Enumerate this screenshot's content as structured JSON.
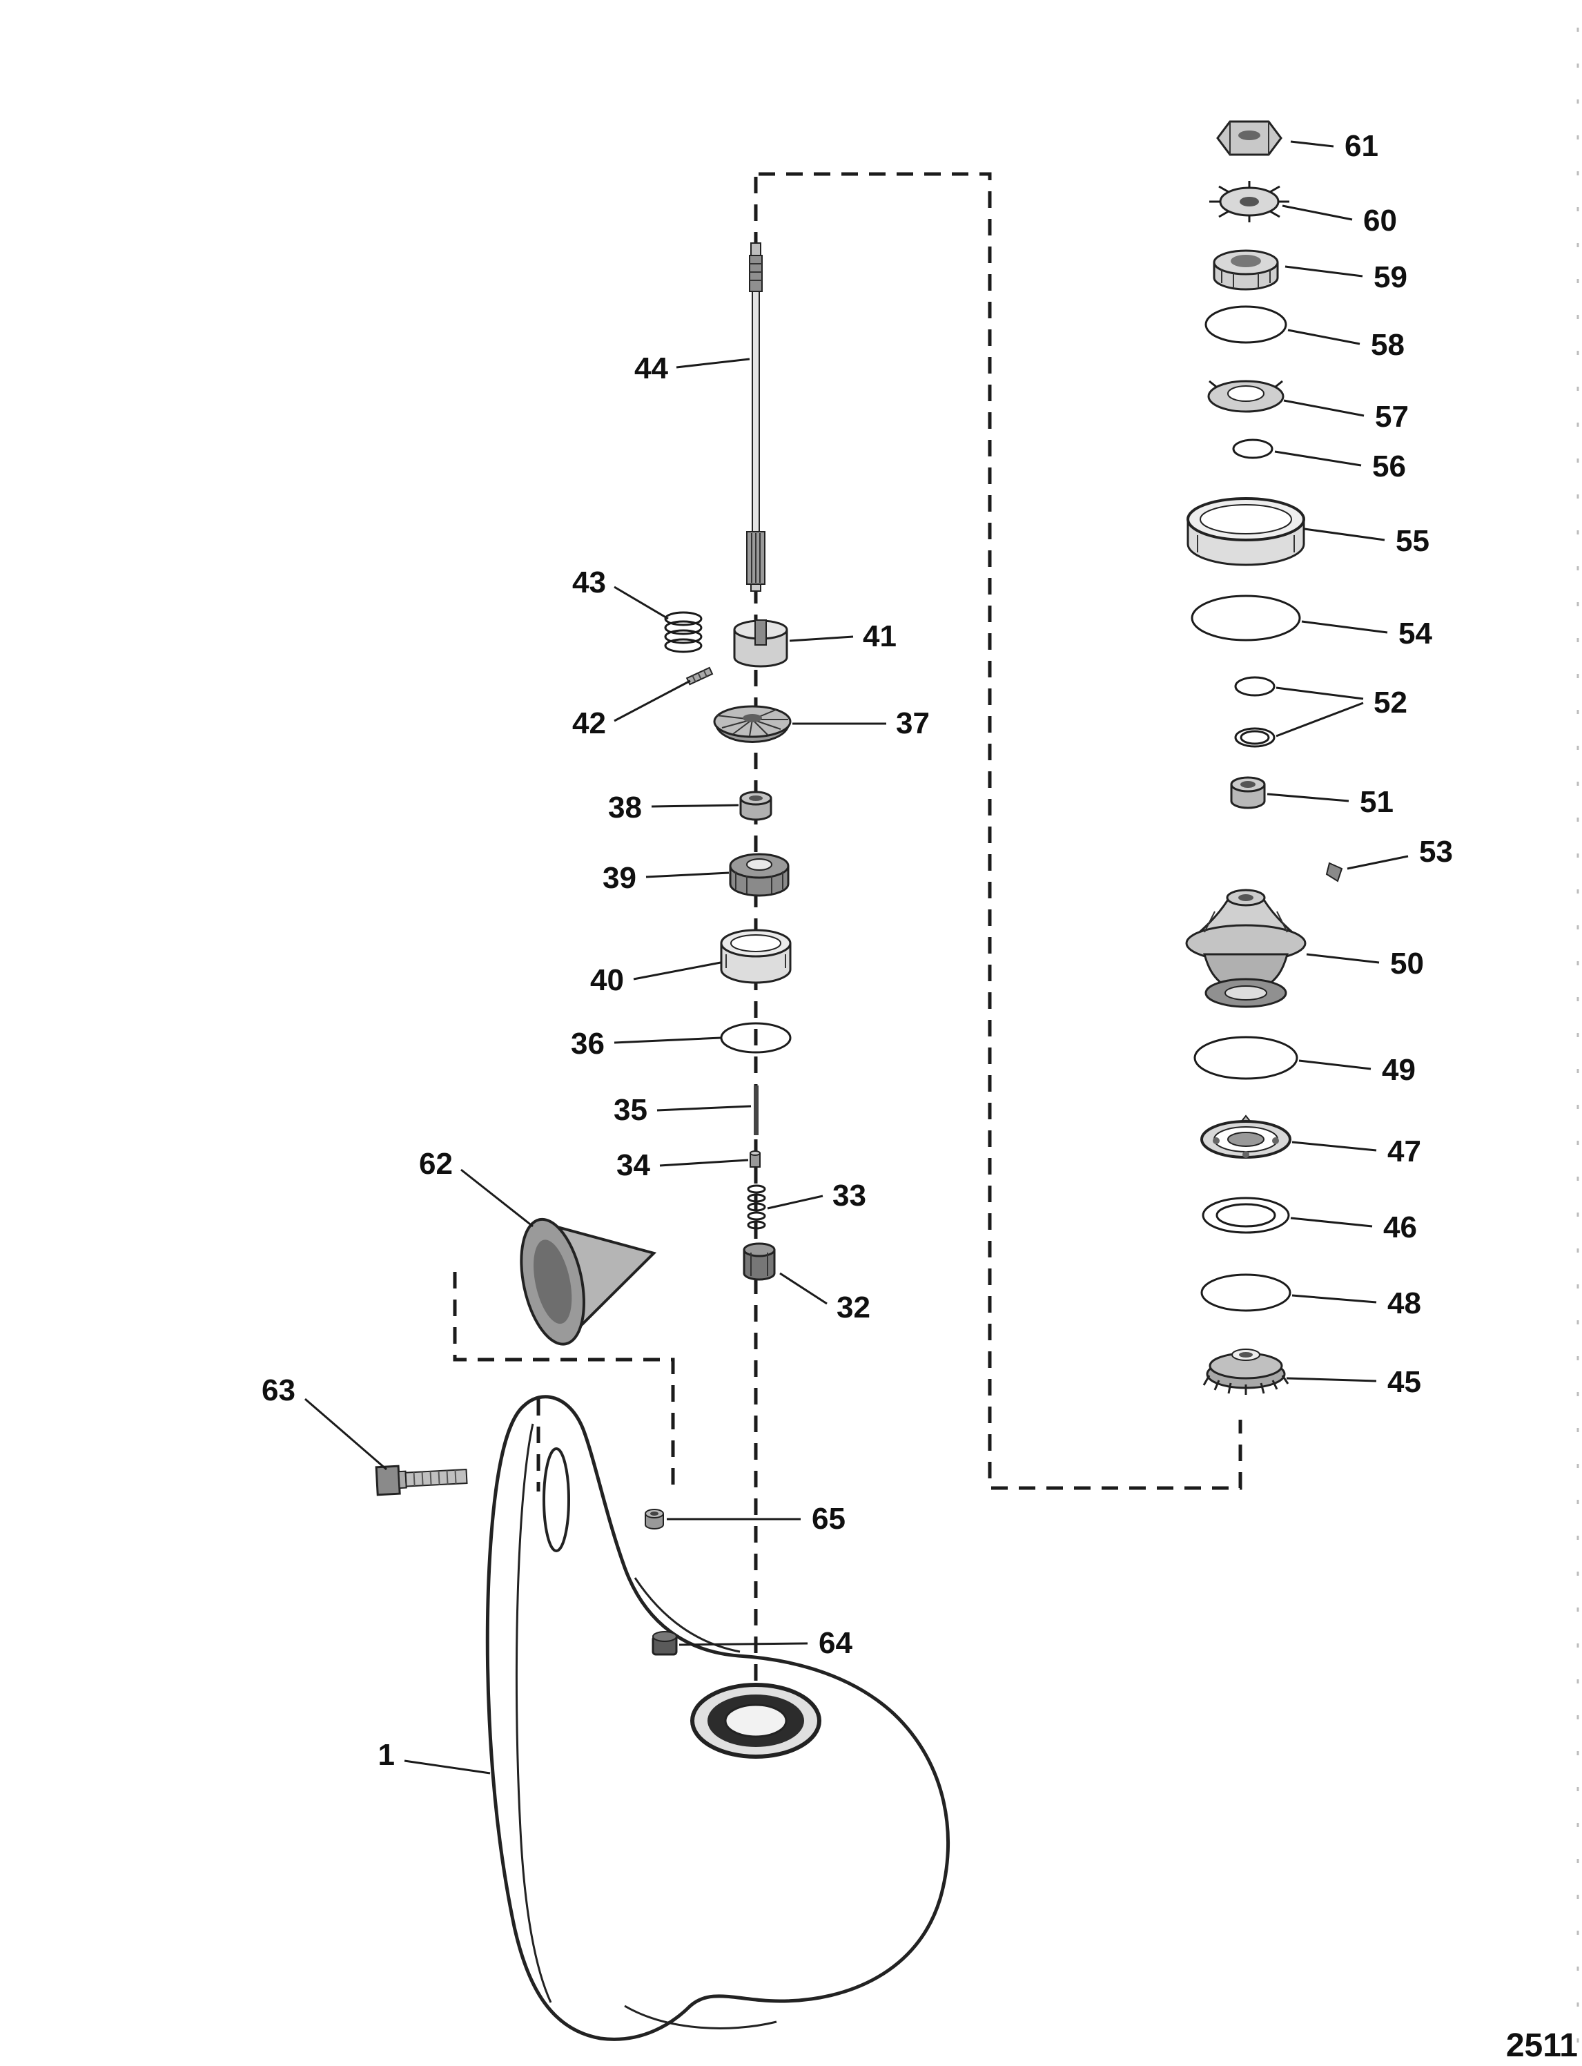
{
  "page_code": "2511",
  "callouts": {
    "n1": "1",
    "n32": "32",
    "n33": "33",
    "n34": "34",
    "n35": "35",
    "n36": "36",
    "n37": "37",
    "n38": "38",
    "n39": "39",
    "n40": "40",
    "n41": "41",
    "n42": "42",
    "n43": "43",
    "n44": "44",
    "n45": "45",
    "n46": "46",
    "n47": "47",
    "n48": "48",
    "n49": "49",
    "n50": "50",
    "n51": "51",
    "n52": "52",
    "n53": "53",
    "n54": "54",
    "n55": "55",
    "n56": "56",
    "n57": "57",
    "n58": "58",
    "n59": "59",
    "n60": "60",
    "n61": "61",
    "n62": "62",
    "n63": "63",
    "n64": "64",
    "n65": "65"
  }
}
